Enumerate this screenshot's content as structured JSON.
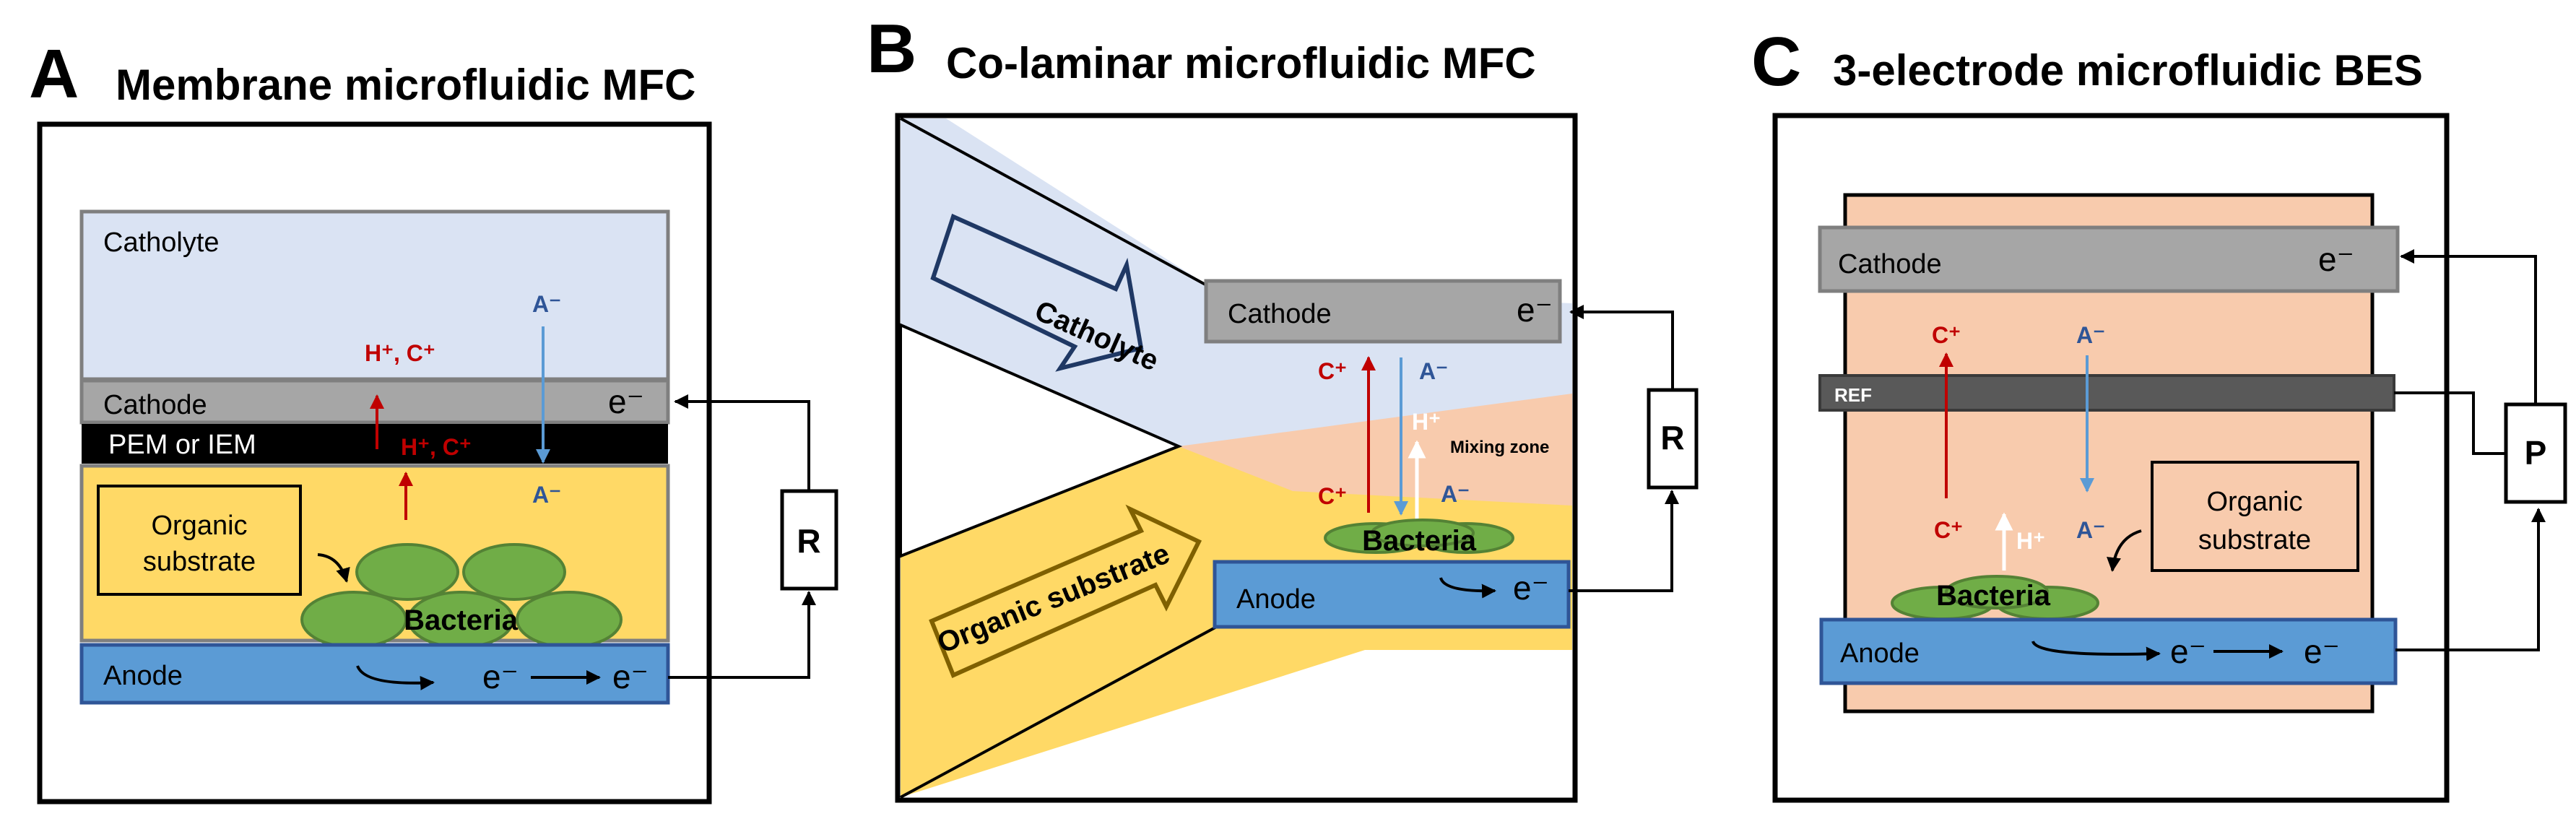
{
  "panelA": {
    "letter": "A",
    "title": "Membrane microfluidic MFC",
    "catholyte": "Catholyte",
    "cathode": "Cathode",
    "membrane": "PEM or IEM",
    "organic_line1": "Organic",
    "organic_line2": "substrate",
    "bacteria": "Bacteria",
    "anode": "Anode",
    "resistor": "R",
    "ion_h_c_top": "H⁺, C⁺",
    "ion_h_c_bottom": "H⁺, C⁺",
    "ion_a_top": "A⁻",
    "ion_a_bottom": "A⁻",
    "electron": "e⁻"
  },
  "panelB": {
    "letter": "B",
    "title": "Co-laminar microfluidic MFC",
    "catholyte": "Catholyte",
    "organic": "Organic substrate",
    "cathode": "Cathode",
    "anode": "Anode",
    "bacteria": "Bacteria",
    "mixing": "Mixing zone",
    "resistor": "R",
    "ion_c_top": "C⁺",
    "ion_c_bottom": "C⁺",
    "ion_a_top": "A⁻",
    "ion_a_bottom": "A⁻",
    "ion_h": "H⁺",
    "electron": "e⁻"
  },
  "panelC": {
    "letter": "C",
    "title": "3-electrode microfluidic BES",
    "cathode": "Cathode",
    "ref": "REF",
    "anode": "Anode",
    "bacteria": "Bacteria",
    "organic_line1": "Organic",
    "organic_line2": "substrate",
    "potentiostat": "P",
    "ion_c_top": "C⁺",
    "ion_c_bottom": "C⁺",
    "ion_a_top": "A⁻",
    "ion_a_bottom": "A⁻",
    "ion_h": "H⁺",
    "electron": "e⁻"
  },
  "colors": {
    "catholyte": "#dae3f3",
    "electrolyte_yellow": "#ffd966",
    "cathode_gray": "#a6a6a6",
    "anode_blue": "#5b9bd5",
    "bacteria_green": "#70ad47",
    "mixing_peach": "#f8cbad",
    "ion_red": "#c00000",
    "ion_blue": "#2f5597"
  }
}
